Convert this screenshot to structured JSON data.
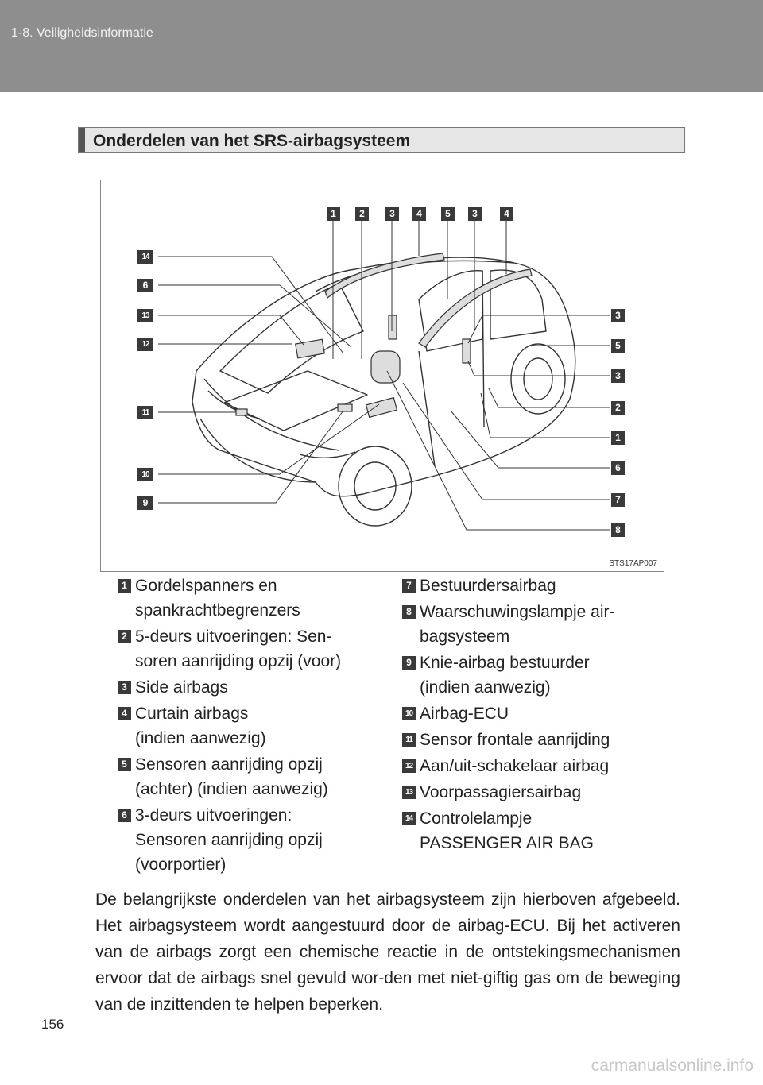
{
  "header": {
    "breadcrumb": "1-8. Veiligheidsinformatie"
  },
  "section": {
    "title": "Onderdelen van het SRS-airbagsysteem"
  },
  "figure": {
    "code": "STS17AP007",
    "top_callouts": [
      "1",
      "2",
      "3",
      "4",
      "5",
      "3",
      "4"
    ],
    "left_callouts": [
      "14",
      "6",
      "13",
      "12",
      "11",
      "10",
      "9"
    ],
    "right_callouts": [
      "3",
      "5",
      "3",
      "2",
      "1",
      "6",
      "7",
      "8"
    ]
  },
  "legend": {
    "left": [
      {
        "num": "1",
        "lines": [
          "Gordelspanners en",
          "spankrachtbegrenzers"
        ]
      },
      {
        "num": "2",
        "lines": [
          "5-deurs uitvoeringen: Sen-",
          "soren aanrijding opzij (voor)"
        ]
      },
      {
        "num": "3",
        "lines": [
          "Side airbags"
        ]
      },
      {
        "num": "4",
        "lines": [
          "Curtain airbags",
          "(indien aanwezig)"
        ]
      },
      {
        "num": "5",
        "lines": [
          "Sensoren aanrijding opzij",
          "(achter) (indien aanwezig)"
        ]
      },
      {
        "num": "6",
        "lines": [
          "3-deurs uitvoeringen:",
          "Sensoren aanrijding opzij",
          "(voorportier)"
        ]
      }
    ],
    "right": [
      {
        "num": "7",
        "lines": [
          "Bestuurdersairbag"
        ]
      },
      {
        "num": "8",
        "lines": [
          "Waarschuwingslampje air-",
          "bagsysteem"
        ]
      },
      {
        "num": "9",
        "lines": [
          "Knie-airbag bestuurder",
          "(indien aanwezig)"
        ]
      },
      {
        "num": "10",
        "lines": [
          "Airbag-ECU"
        ]
      },
      {
        "num": "11",
        "lines": [
          "Sensor frontale aanrijding"
        ]
      },
      {
        "num": "12",
        "lines": [
          "Aan/uit-schakelaar airbag"
        ]
      },
      {
        "num": "13",
        "lines": [
          "Voorpassagiersairbag"
        ]
      },
      {
        "num": "14",
        "lines": [
          "Controlelampje",
          "PASSENGER AIR BAG"
        ]
      }
    ]
  },
  "body_text": "De belangrijkste onderdelen van het airbagsysteem zijn hierboven afgebeeld. Het airbagsysteem wordt aangestuurd door de airbag-ECU. Bij het activeren van de airbags zorgt een chemische reactie in de ontstekingsmechanismen ervoor dat de airbags snel gevuld wor-den met niet-giftig gas om de beweging van de inzittenden te helpen beperken.",
  "page_number": "156",
  "watermark": "carmanualsonline.info",
  "colors": {
    "header_bg": "#8e8e8e",
    "badge_bg": "#3a3a3a",
    "title_bg": "#e6e6e6"
  }
}
